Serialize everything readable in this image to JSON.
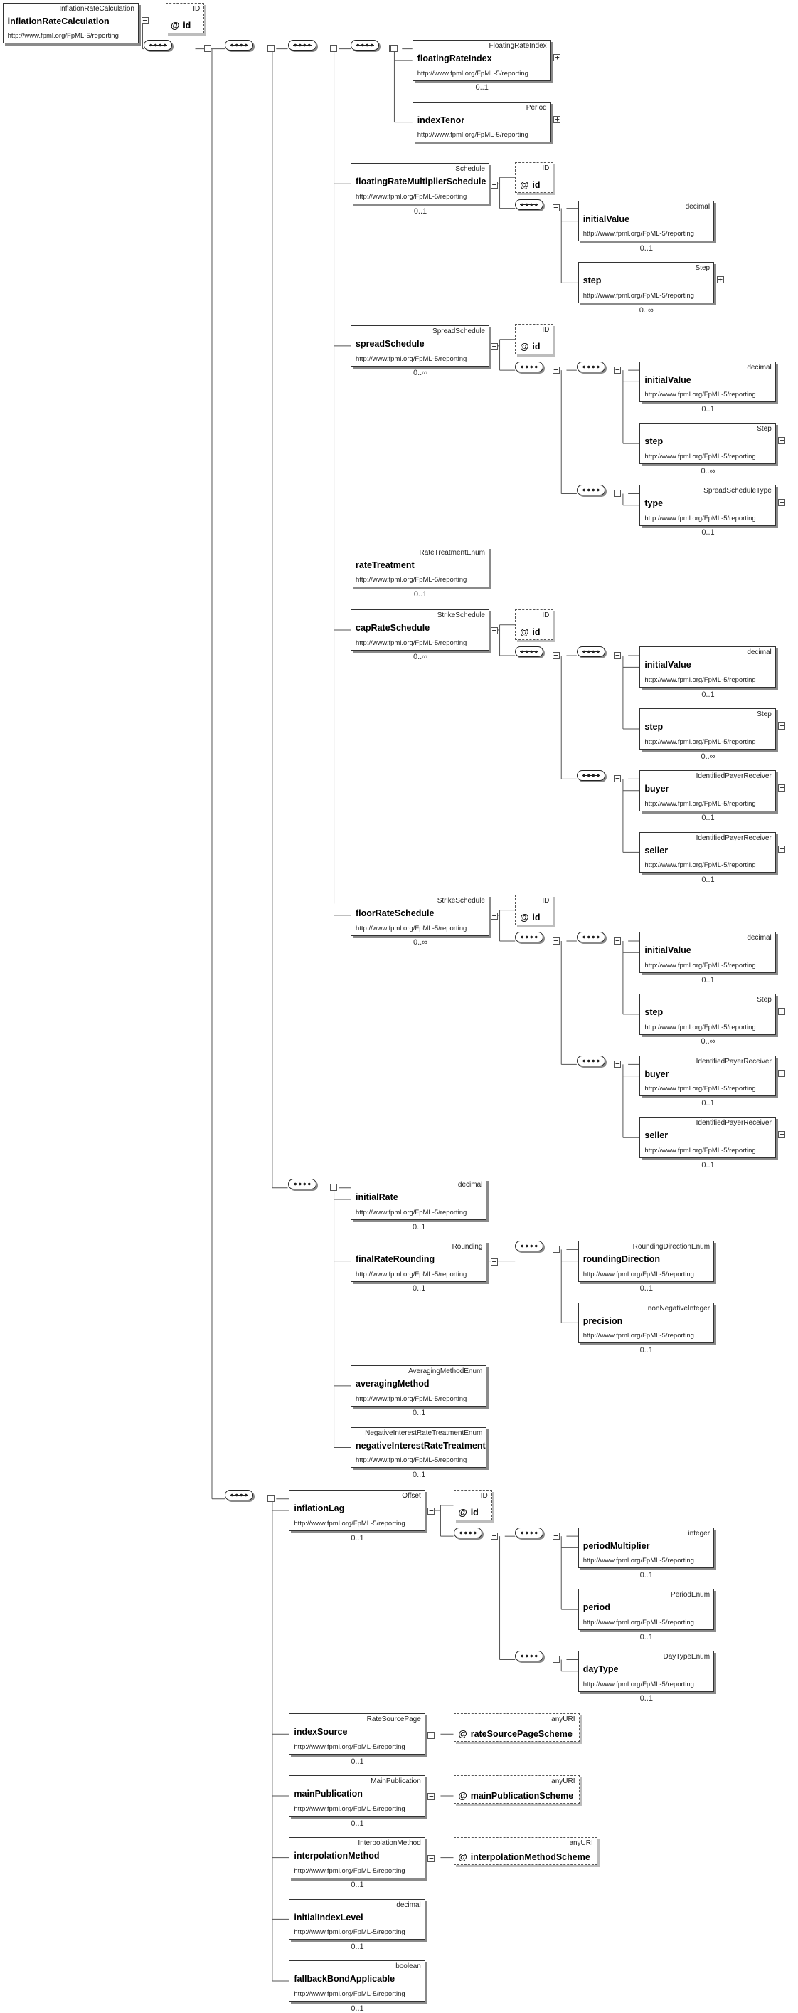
{
  "namespace": "http://www.fpml.org/FpML-5/reporting",
  "attr_marker": "@",
  "toggle": {
    "collapse": "−",
    "expand": "+"
  },
  "colors": {
    "border": "#333333",
    "shadow": "#8a8a8a",
    "line": "#555555"
  },
  "root": {
    "name": "inflationRateCalculation",
    "type": "InflationRateCalculation"
  },
  "elements": [
    {
      "id": "floatingRateIndex",
      "name": "floatingRateIndex",
      "type": "FloatingRateIndex",
      "card": "0..1",
      "toggle": "expand"
    },
    {
      "id": "indexTenor",
      "name": "indexTenor",
      "type": "Period",
      "card": "",
      "toggle": "expand"
    },
    {
      "id": "floatingRateMultiplierSchedule",
      "name": "floatingRateMultiplierSchedule",
      "type": "Schedule",
      "card": "0..1",
      "toggle": "collapse"
    },
    {
      "id": "initialValue1",
      "name": "initialValue",
      "type": "decimal",
      "card": "0..1",
      "toggle": ""
    },
    {
      "id": "step1",
      "name": "step",
      "type": "Step",
      "card": "0..∞",
      "toggle": "expand"
    },
    {
      "id": "spreadSchedule",
      "name": "spreadSchedule",
      "type": "SpreadSchedule",
      "card": "0..∞",
      "toggle": "collapse"
    },
    {
      "id": "initialValue2",
      "name": "initialValue",
      "type": "decimal",
      "card": "0..1",
      "toggle": ""
    },
    {
      "id": "step2",
      "name": "step",
      "type": "Step",
      "card": "0..∞",
      "toggle": "expand"
    },
    {
      "id": "type",
      "name": "type",
      "type": "SpreadScheduleType",
      "card": "0..1",
      "toggle": "expand"
    },
    {
      "id": "rateTreatment",
      "name": "rateTreatment",
      "type": "RateTreatmentEnum",
      "card": "0..1",
      "toggle": ""
    },
    {
      "id": "capRateSchedule",
      "name": "capRateSchedule",
      "type": "StrikeSchedule",
      "card": "0..∞",
      "toggle": "collapse"
    },
    {
      "id": "initialValue3",
      "name": "initialValue",
      "type": "decimal",
      "card": "0..1",
      "toggle": ""
    },
    {
      "id": "step3",
      "name": "step",
      "type": "Step",
      "card": "0..∞",
      "toggle": "expand"
    },
    {
      "id": "buyer1",
      "name": "buyer",
      "type": "IdentifiedPayerReceiver",
      "card": "0..1",
      "toggle": "expand"
    },
    {
      "id": "seller1",
      "name": "seller",
      "type": "IdentifiedPayerReceiver",
      "card": "0..1",
      "toggle": "expand"
    },
    {
      "id": "floorRateSchedule",
      "name": "floorRateSchedule",
      "type": "StrikeSchedule",
      "card": "0..∞",
      "toggle": "collapse"
    },
    {
      "id": "initialValue4",
      "name": "initialValue",
      "type": "decimal",
      "card": "0..1",
      "toggle": ""
    },
    {
      "id": "step4",
      "name": "step",
      "type": "Step",
      "card": "0..∞",
      "toggle": "expand"
    },
    {
      "id": "buyer2",
      "name": "buyer",
      "type": "IdentifiedPayerReceiver",
      "card": "0..1",
      "toggle": "expand"
    },
    {
      "id": "seller2",
      "name": "seller",
      "type": "IdentifiedPayerReceiver",
      "card": "0..1",
      "toggle": "expand"
    },
    {
      "id": "initialRate",
      "name": "initialRate",
      "type": "decimal",
      "card": "0..1",
      "toggle": ""
    },
    {
      "id": "finalRateRounding",
      "name": "finalRateRounding",
      "type": "Rounding",
      "card": "0..1",
      "toggle": "collapse"
    },
    {
      "id": "roundingDirection",
      "name": "roundingDirection",
      "type": "RoundingDirectionEnum",
      "card": "0..1",
      "toggle": ""
    },
    {
      "id": "precision",
      "name": "precision",
      "type": "nonNegativeInteger",
      "card": "0..1",
      "toggle": ""
    },
    {
      "id": "averagingMethod",
      "name": "averagingMethod",
      "type": "AveragingMethodEnum",
      "card": "0..1",
      "toggle": ""
    },
    {
      "id": "negativeInterestRateTreatment",
      "name": "negativeInterestRateTreatment",
      "type": "NegativeInterestRateTreatmentEnum",
      "card": "0..1",
      "toggle": ""
    },
    {
      "id": "inflationLag",
      "name": "inflationLag",
      "type": "Offset",
      "card": "0..1",
      "toggle": "collapse"
    },
    {
      "id": "periodMultiplier",
      "name": "periodMultiplier",
      "type": "integer",
      "card": "0..1",
      "toggle": ""
    },
    {
      "id": "period",
      "name": "period",
      "type": "PeriodEnum",
      "card": "0..1",
      "toggle": ""
    },
    {
      "id": "dayType",
      "name": "dayType",
      "type": "DayTypeEnum",
      "card": "0..1",
      "toggle": ""
    },
    {
      "id": "indexSource",
      "name": "indexSource",
      "type": "RateSourcePage",
      "card": "0..1",
      "toggle": "collapse"
    },
    {
      "id": "mainPublication",
      "name": "mainPublication",
      "type": "MainPublication",
      "card": "0..1",
      "toggle": "collapse"
    },
    {
      "id": "interpolationMethod",
      "name": "interpolationMethod",
      "type": "InterpolationMethod",
      "card": "0..1",
      "toggle": "collapse"
    },
    {
      "id": "initialIndexLevel",
      "name": "initialIndexLevel",
      "type": "decimal",
      "card": "0..1",
      "toggle": ""
    },
    {
      "id": "fallbackBondApplicable",
      "name": "fallbackBondApplicable",
      "type": "boolean",
      "card": "0..1",
      "toggle": ""
    }
  ],
  "attributes": [
    {
      "id": "a_root",
      "name": "id",
      "type": "ID"
    },
    {
      "id": "a_frms",
      "name": "id",
      "type": "ID"
    },
    {
      "id": "a_spread",
      "name": "id",
      "type": "ID"
    },
    {
      "id": "a_cap",
      "name": "id",
      "type": "ID"
    },
    {
      "id": "a_floor",
      "name": "id",
      "type": "ID"
    },
    {
      "id": "a_lag",
      "name": "id",
      "type": "ID"
    },
    {
      "id": "a_rsps",
      "name": "rateSourcePageScheme",
      "type": "anyURI"
    },
    {
      "id": "a_mps",
      "name": "mainPublicationScheme",
      "type": "anyURI"
    },
    {
      "id": "a_ims",
      "name": "interpolationMethodScheme",
      "type": "anyURI"
    }
  ]
}
